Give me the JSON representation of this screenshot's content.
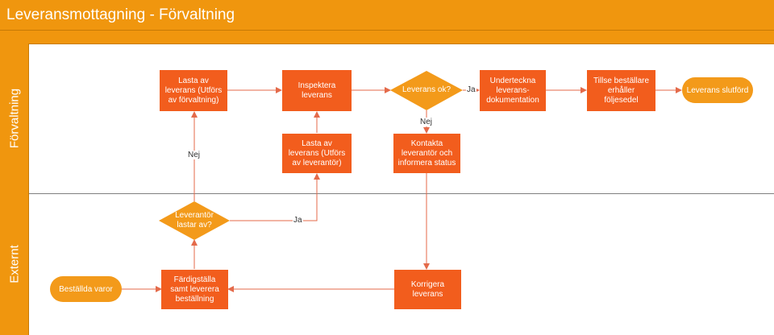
{
  "header": {
    "title": "Leveransmottagning - Förvaltning"
  },
  "lanes": [
    {
      "label": "Förvaltning"
    },
    {
      "label": "Externt"
    }
  ],
  "nodes": {
    "lasta_forv": "Lasta av leverans (Utförs av förvaltning)",
    "inspektera": "Inspektera leverans",
    "leverans_ok": "Leverans ok?",
    "underteckna": "Underteckna leverans-dokumentation",
    "tillse": "Tillse beställare erhåller följesedel",
    "slutford": "Leverans slutförd",
    "lasta_lev": "Lasta av leverans (Utförs av leverantör)",
    "kontakta": "Kontakta leverantör och informera status",
    "lastar_av": "Leverantör lastar av?",
    "bestallda": "Beställda varor",
    "fardigstalla": "Färdigställa samt leverera beställning",
    "korrigera": "Korrigera leverans"
  },
  "edge_labels": {
    "ja_ok": "Ja",
    "nej_ok": "Nej",
    "nej_lastar": "Nej",
    "ja_lastar": "Ja"
  },
  "colors": {
    "header": "#f0960e",
    "process": "#f25d1d",
    "terminal": "#f39a1a",
    "decision": "#f39a1a",
    "connector": "#e46a4a"
  }
}
